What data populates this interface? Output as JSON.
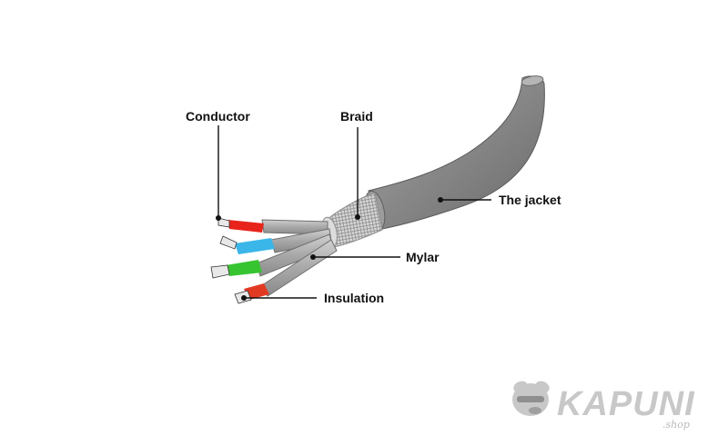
{
  "labels": {
    "conductor": "Conductor",
    "braid": "Braid",
    "jacket": "The jacket",
    "mylar": "Mylar",
    "insulation": "Insulation"
  },
  "brand": {
    "name": "KAPUNI",
    "sub": ".shop",
    "logo_icon": "dog-mascot-icon"
  },
  "colors": {
    "jacket": "#8c8c8c",
    "wire_red": "#e8231a",
    "wire_blue": "#3bb6e8",
    "wire_green": "#37c431",
    "wire_red2": "#e23a22",
    "watermark": "#c8c8c8"
  }
}
